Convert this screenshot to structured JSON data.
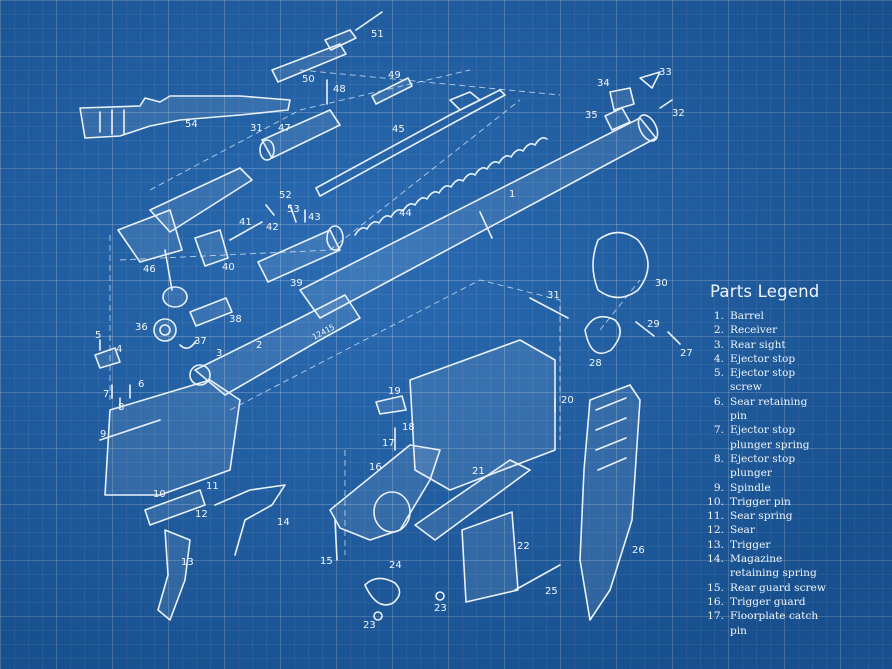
{
  "legend": {
    "title": "Parts Legend",
    "items": [
      {
        "num": "1.",
        "name": "Barrel"
      },
      {
        "num": "2.",
        "name": "Receiver"
      },
      {
        "num": "3.",
        "name": "Rear sight"
      },
      {
        "num": "4.",
        "name": "Ejector stop"
      },
      {
        "num": "5.",
        "name": "Ejector stop screw"
      },
      {
        "num": "6.",
        "name": "Sear retaining pin"
      },
      {
        "num": "7.",
        "name": "Ejector stop plunger spring"
      },
      {
        "num": "8.",
        "name": "Ejector stop plunger"
      },
      {
        "num": "9.",
        "name": "Spindle"
      },
      {
        "num": "10.",
        "name": "Trigger pin"
      },
      {
        "num": "11.",
        "name": "Sear spring"
      },
      {
        "num": "12.",
        "name": "Sear"
      },
      {
        "num": "13.",
        "name": "Trigger"
      },
      {
        "num": "14.",
        "name": "Magazine retaining spring"
      },
      {
        "num": "15.",
        "name": "Rear guard screw"
      },
      {
        "num": "16.",
        "name": "Trigger guard"
      },
      {
        "num": "17.",
        "name": "Floorplate catch pin"
      }
    ]
  },
  "serial_number": "12415",
  "callouts": [
    "51",
    "50",
    "49",
    "48",
    "54",
    "31",
    "47",
    "45",
    "34",
    "33",
    "35",
    "32",
    "1",
    "46",
    "40",
    "41",
    "42",
    "52",
    "53",
    "43",
    "44",
    "39",
    "36",
    "38",
    "37",
    "30",
    "31",
    "29",
    "27",
    "28",
    "5",
    "4",
    "6",
    "7",
    "8",
    "3",
    "2",
    "19",
    "18",
    "17",
    "20",
    "9",
    "16",
    "21",
    "10",
    "11",
    "12",
    "14",
    "13",
    "22",
    "15",
    "24",
    "25",
    "26",
    "23",
    "23"
  ],
  "colors": {
    "paper": "#1d62ae",
    "ink": "#e9f1fb"
  }
}
